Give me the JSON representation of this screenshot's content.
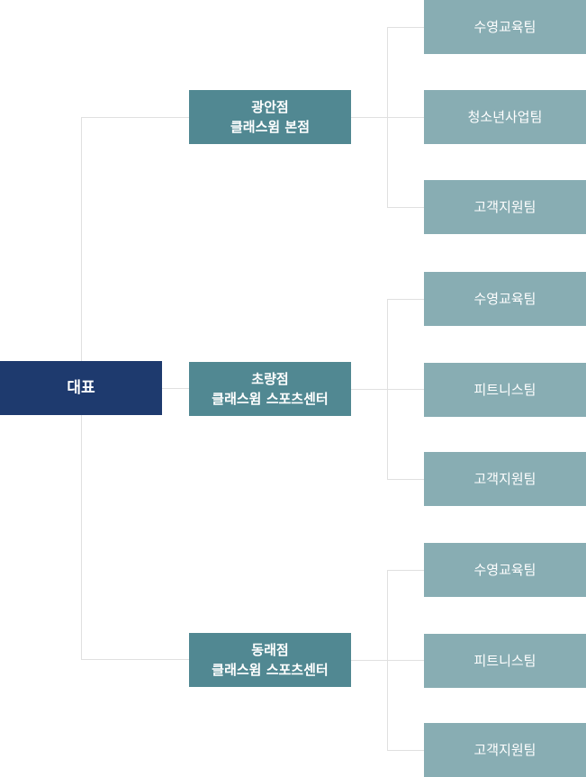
{
  "ceo": {
    "label": "대표"
  },
  "branches": [
    {
      "name": "광안점",
      "sub": "클래스윔 본점",
      "teams": [
        "수영교육팀",
        "청소년사업팀",
        "고객지원팀"
      ]
    },
    {
      "name": "초량점",
      "sub": "클래스윔 스포츠센터",
      "teams": [
        "수영교육팀",
        "피트니스팀",
        "고객지원팀"
      ]
    },
    {
      "name": "동래점",
      "sub": "클래스윔 스포츠센터",
      "teams": [
        "수영교육팀",
        "피트니스팀",
        "고객지원팀"
      ]
    }
  ],
  "colors": {
    "ceo": "#1e3a6e",
    "branch": "#518892",
    "team": "#88adb3",
    "line": "#e0e0e0"
  }
}
